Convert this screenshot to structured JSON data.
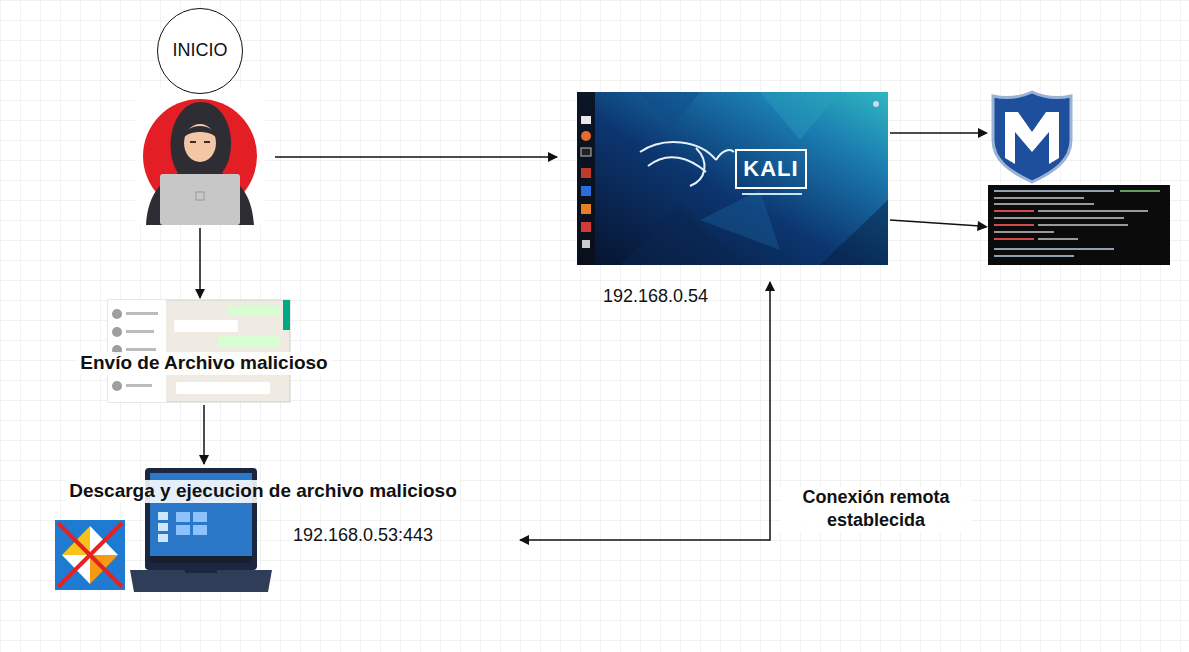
{
  "diagram": {
    "nodes": [
      {
        "text": [
          "INICIO"
        ]
      },
      {
        "text": [
          "192.168.0.54"
        ]
      },
      {
        "text": [
          "Envío de Archivo malicioso"
        ]
      },
      {
        "text": [
          "Descarga y ejecucion de archivo malicioso",
          "192.168.0.53:443"
        ]
      }
    ],
    "edges": [
      {
        "from": 0,
        "to": 1,
        "arrow": "to"
      },
      {
        "from": 0,
        "to": 2,
        "arrow": "to"
      },
      {
        "from": 2,
        "to": 3,
        "arrow": "to"
      },
      {
        "from": 3,
        "to": 1,
        "arrow": "both",
        "label": "Conexión remota establecida"
      }
    ],
    "labels": [
      "KALI"
    ]
  }
}
